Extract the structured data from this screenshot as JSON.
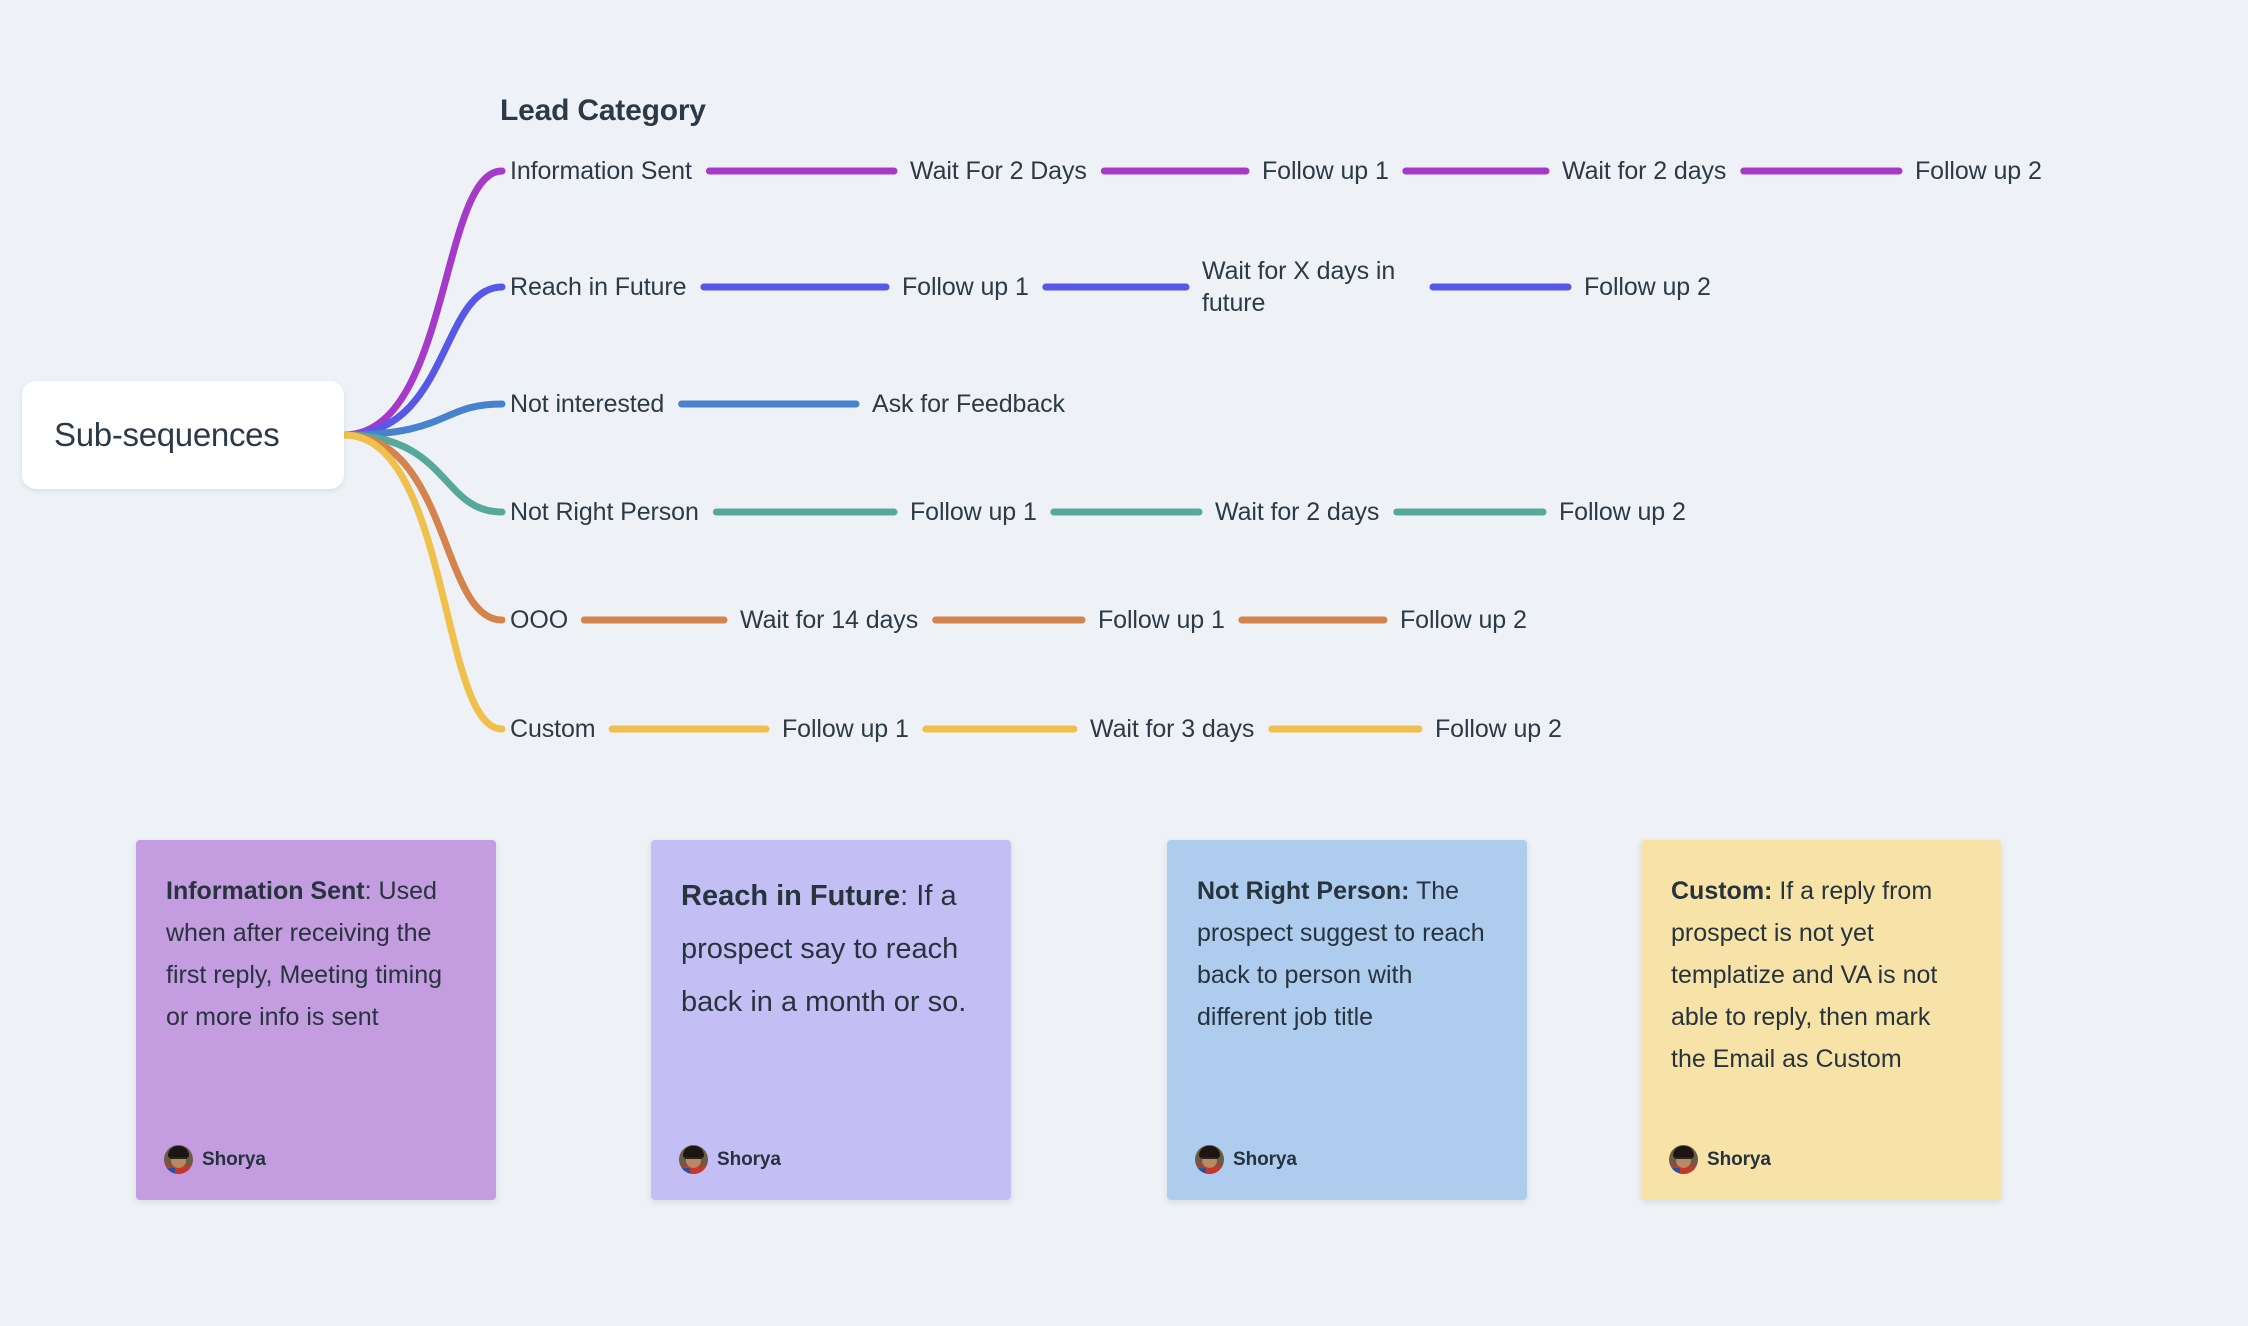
{
  "board": {
    "background_color": "#eef2f6",
    "root_node_label": "Sub-sequences",
    "section_heading": "Lead Category"
  },
  "mindmap": {
    "root": "Sub-sequences",
    "branches": [
      {
        "label": "Information Sent",
        "color": "#a63ac8",
        "chain": [
          "Wait For 2 Days",
          "Follow up 1",
          "Wait for 2 days",
          "Follow up 2"
        ]
      },
      {
        "label": "Reach in Future",
        "color": "#5757e8",
        "chain": [
          "Follow up 1",
          "Wait for X days in future",
          "Follow up 2"
        ]
      },
      {
        "label": "Not interested",
        "color": "#4782ce",
        "chain": [
          "Ask for Feedback"
        ]
      },
      {
        "label": "Not Right Person",
        "color": "#56a89b",
        "chain": [
          "Follow up 1",
          "Wait for 2 days",
          "Follow up 2"
        ]
      },
      {
        "label": "OOO",
        "color": "#d4834c",
        "chain": [
          "Wait for 14 days",
          "Follow up 1",
          "Follow up 2"
        ]
      },
      {
        "label": "Custom",
        "color": "#efc04c",
        "chain": [
          "Follow up 1",
          "Wait for 3 days",
          "Follow up 2"
        ]
      }
    ]
  },
  "notes": [
    {
      "title": "Information Sent",
      "separator": ":",
      "text": " Used when after receiving the first reply, Meeting timing or more info is sent",
      "color": "#c49ce0",
      "author": "Shorya",
      "size": "normal"
    },
    {
      "title": "Reach in Future",
      "separator": ":",
      "text": " If a prospect say to reach back in a month or so.",
      "color": "#c3bff5",
      "author": "Shorya",
      "size": "large"
    },
    {
      "title": "Not Right Person:",
      "separator": "",
      "text": " The prospect suggest to reach back to person with different job title",
      "color": "#aeccee",
      "author": "Shorya",
      "size": "normal"
    },
    {
      "title": "Custom:",
      "separator": "",
      "text": " If a reply from prospect is not yet templatize and VA is not able to reply, then mark the Email as Custom",
      "color": "#f7e3a8",
      "author": "Shorya",
      "size": "normal"
    }
  ]
}
